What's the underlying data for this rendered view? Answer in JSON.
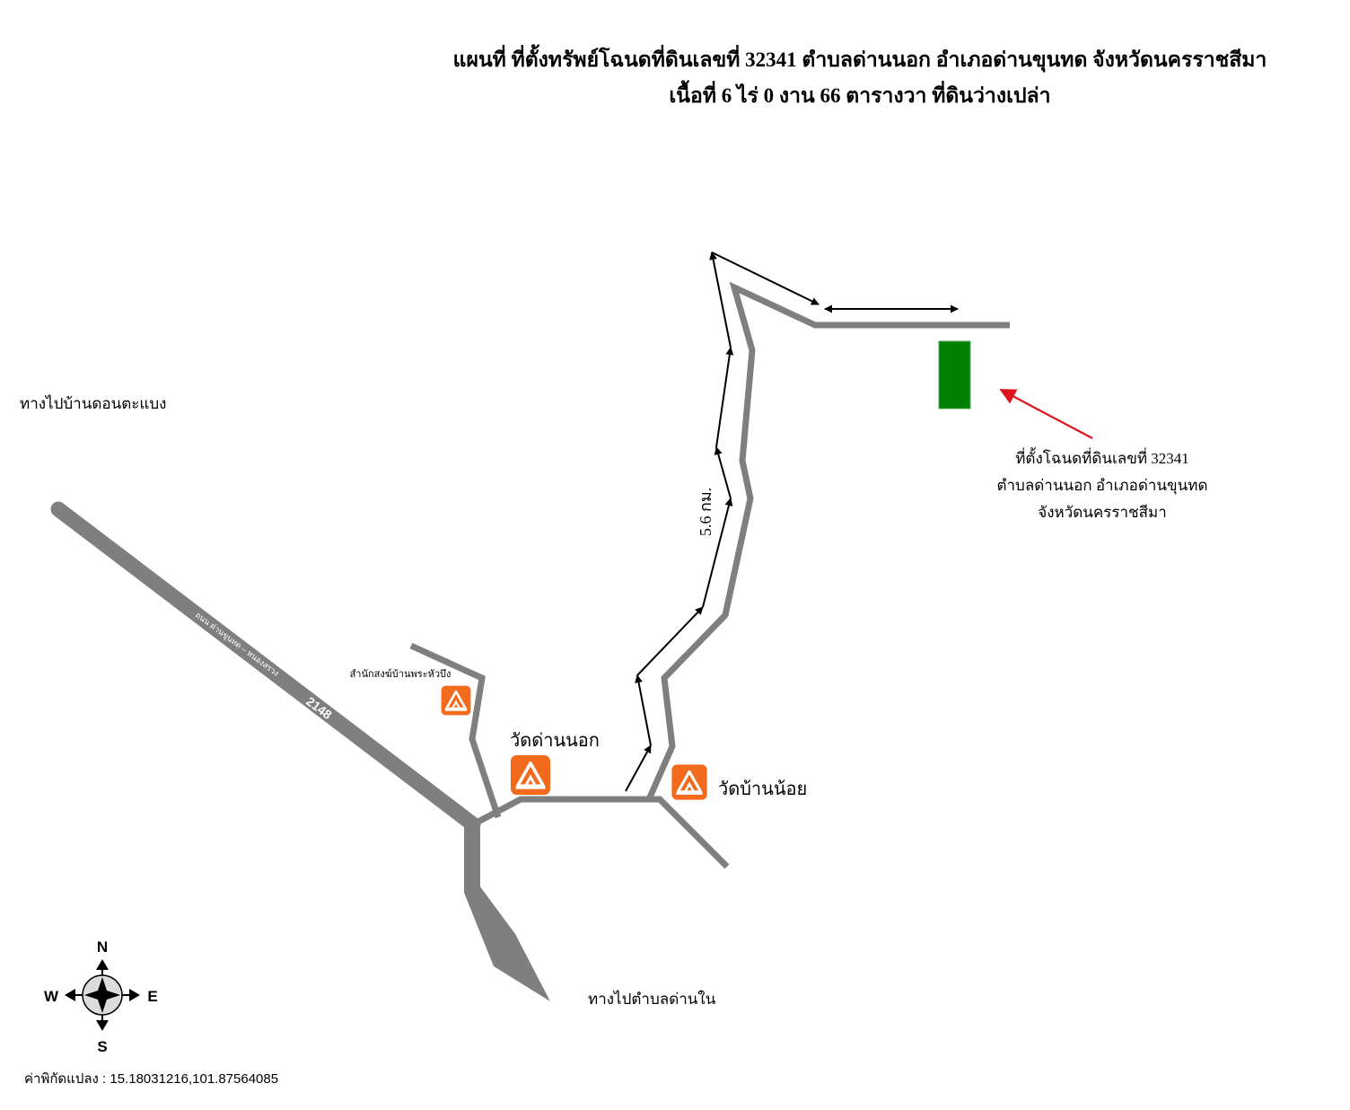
{
  "title": {
    "line1": "แผนที่ ที่ตั้งทรัพย์โฉนดที่ดินเลขที่ 32341 ตำบลด่านนอก อำเภอด่านขุนทด จังหวัดนครราชสีมา",
    "line2": "เนื้อที่  6 ไร่  0 งาน  66 ตารางวา  ที่ดินว่างเปล่า"
  },
  "labels": {
    "to_don_tabaeng": "ทางไปบ้านดอนตะแบง",
    "to_dan_nai": "ทางไปตำบลด่านใน",
    "highway_name": "ถนน ด่านขุนทด – หนองสรวง",
    "highway_number": "2148",
    "distance": "5.6 กม."
  },
  "landmarks": {
    "samnak_song": "สำนักสงฆ์บ้านพระหัวบึง",
    "wat_dan_nok": "วัดด่านนอก",
    "wat_ban_noi": "วัดบ้านน้อย"
  },
  "parcel_callout": {
    "line1": "ที่ตั้งโฉนดที่ดินเลขที่  32341",
    "line2": "ตำบลด่านนอก อำเภอด่านขุนทด",
    "line3": "จังหวัดนครราชสีมา"
  },
  "compass": {
    "north": "N",
    "south": "S",
    "east": "E",
    "west": "W"
  },
  "coordinates": "ค่าพิกัดแปลง : 15.18031216,101.87564085",
  "icons": {
    "temple": "tent-icon",
    "parcel": "land-parcel-rect",
    "compass": "compass-rose-icon"
  },
  "colors": {
    "road": "#7f7f7f",
    "temple_icon": "#f26b1d",
    "parcel": "#008000",
    "pointer_arrow": "#e0141e",
    "route_arrow": "#000000"
  }
}
